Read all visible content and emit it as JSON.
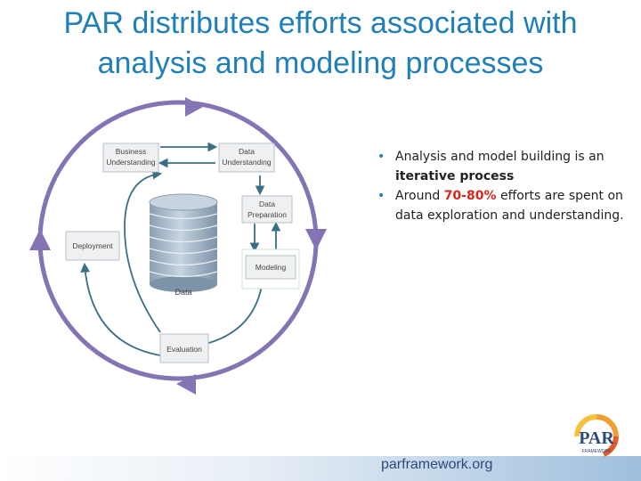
{
  "slide": {
    "title_line1": "PAR distributes efforts associated with",
    "title_line2": "analysis and modeling processes"
  },
  "diagram": {
    "nodes": {
      "business_understanding": [
        "Business",
        "Understanding"
      ],
      "data_understanding": [
        "Data",
        "Understanding"
      ],
      "data_preparation": [
        "Data",
        "Preparation"
      ],
      "modeling": "Modeling",
      "deployment": "Deployment",
      "evaluation": "Evaluation",
      "data": "Data"
    }
  },
  "bullets": {
    "b1_part1": "Analysis and model building is an",
    "b1_part2": "iterative process",
    "b2_prefix": "Around ",
    "b2_highlight": "70-80%",
    "b2_suffix": " efforts are spent on data exploration and understanding."
  },
  "footer": {
    "url": "parframework.org",
    "logo_text": "PAR",
    "logo_subtext": "FRAMEWORK"
  },
  "colors": {
    "title": "#1f7fb6",
    "cycle": "#8574b4",
    "arrow": "#3a6f86",
    "highlight": "#d9261c"
  }
}
